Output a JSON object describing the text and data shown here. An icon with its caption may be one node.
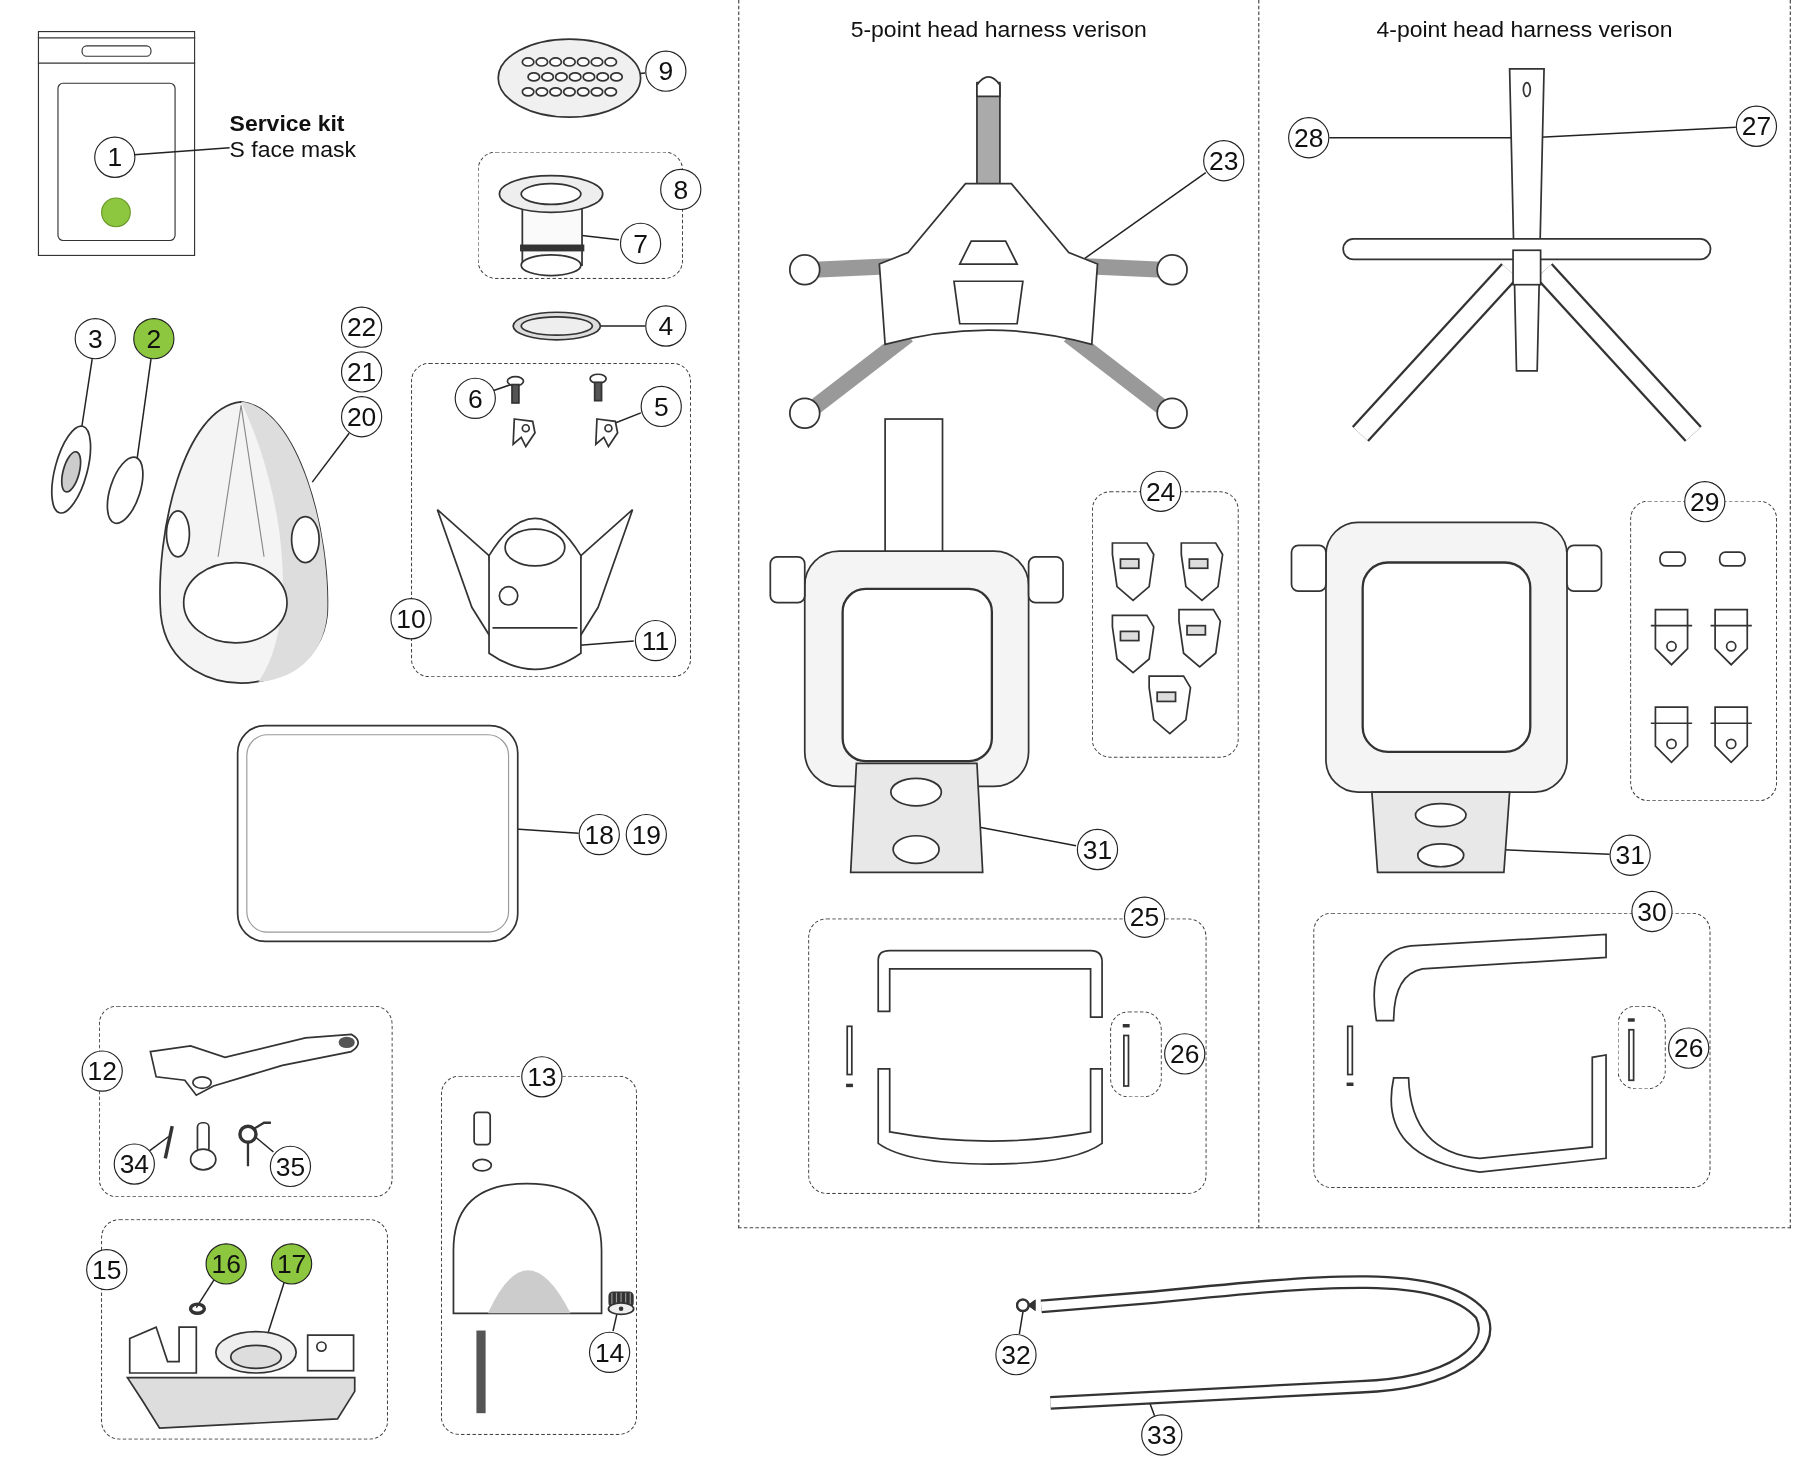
{
  "diagram": {
    "nodes": [
      {
        "text": [],
        "shape": "box"
      },
      {
        "text": [
          "1"
        ],
        "in": 0
      },
      {
        "text": [],
        "shape": "circle",
        "in": 0
      },
      {
        "text": [
          "Service kit",
          "S face mask"
        ]
      },
      {
        "text": [
          "9"
        ]
      },
      {
        "text": [],
        "shape": "picture"
      },
      {
        "text": [],
        "shape": "box"
      },
      {
        "text": [
          "7"
        ],
        "in": 6
      },
      {
        "text": [],
        "shape": "picture",
        "in": 6
      },
      {
        "text": [
          "4"
        ]
      },
      {
        "text": [],
        "shape": "picture"
      },
      {
        "text": [],
        "shape": "box"
      },
      {
        "text": [
          "6"
        ],
        "in": 11
      },
      {
        "text": [],
        "shape": "picture",
        "in": 11
      },
      {
        "text": [
          "5"
        ],
        "in": 11
      },
      {
        "text": [],
        "shape": "picture",
        "in": 11
      },
      {
        "text": [
          "11"
        ],
        "in": 11
      },
      {
        "text": [],
        "shape": "picture",
        "in": 11
      },
      {
        "text": [
          "3"
        ]
      },
      {
        "text": [],
        "shape": "picture"
      },
      {
        "text": [
          "2"
        ]
      },
      {
        "text": [],
        "shape": "circle"
      },
      {
        "text": [
          "22"
        ]
      },
      {
        "text": [
          "21"
        ]
      },
      {
        "text": [
          "20"
        ]
      },
      {
        "text": [],
        "shape": "picture"
      },
      {
        "text": [],
        "shape": "picture"
      },
      {
        "text": [
          "18"
        ]
      },
      {
        "text": [
          "19"
        ]
      },
      {
        "text": [],
        "shape": "box"
      },
      {
        "text": [
          "34"
        ],
        "in": 29
      },
      {
        "text": [],
        "shape": "picture",
        "in": 29
      },
      {
        "text": [
          "35"
        ],
        "in": 29
      },
      {
        "text": [],
        "shape": "picture",
        "in": 29
      },
      {
        "text": [],
        "shape": "box"
      },
      {
        "text": [
          "16"
        ],
        "in": 34
      },
      {
        "text": [],
        "shape": "circle",
        "in": 34
      },
      {
        "text": [
          "17"
        ],
        "in": 34
      },
      {
        "text": [],
        "shape": "picture",
        "in": 34
      },
      {
        "text": [],
        "shape": "box"
      },
      {
        "text": [
          "14"
        ],
        "in": 39
      },
      {
        "text": [],
        "shape": "picture",
        "in": 39
      },
      {
        "text": [
          "5-point head harness verison"
        ]
      },
      {
        "text": [
          "23"
        ],
        "in": 42
      },
      {
        "text": [],
        "shape": "picture",
        "in": 42
      },
      {
        "text": [],
        "shape": "picture",
        "in": 42
      },
      {
        "text": [
          "31"
        ],
        "in": 42
      },
      {
        "text": [],
        "shape": "box",
        "in": 42
      },
      {
        "text": [],
        "shape": "box",
        "in": 42
      },
      {
        "text": [],
        "shape": "box",
        "in": 48
      },
      {
        "text": [
          "4-point head harness verison"
        ]
      },
      {
        "text": [
          "27"
        ],
        "in": 50
      },
      {
        "text": [],
        "shape": "picture",
        "in": 50
      },
      {
        "text": [
          "28"
        ],
        "in": 50
      },
      {
        "text": [],
        "shape": "picture",
        "in": 50
      },
      {
        "text": [
          "31"
        ],
        "in": 50
      },
      {
        "text": [],
        "shape": "box",
        "in": 50
      },
      {
        "text": [],
        "shape": "box",
        "in": 50
      },
      {
        "text": [],
        "shape": "box",
        "in": 57
      },
      {
        "text": [
          "32"
        ]
      },
      {
        "text": [],
        "shape": "circle"
      },
      {
        "text": [
          "33"
        ]
      },
      {
        "text": [],
        "shape": "picture"
      },
      {
        "text": [
          "8"
        ]
      },
      {
        "text": [
          "10"
        ],
        "in": 11
      },
      {
        "text": [
          "12"
        ],
        "in": 29
      },
      {
        "text": [
          "15"
        ],
        "in": 34
      },
      {
        "text": [
          "13"
        ],
        "in": 39
      },
      {
        "text": [
          "24"
        ],
        "in": 47
      },
      {
        "text": [
          "25"
        ],
        "in": 48
      },
      {
        "text": [
          "26"
        ],
        "in": 48
      },
      {
        "text": [
          "29"
        ],
        "in": 56
      },
      {
        "text": [
          "30"
        ],
        "in": 57
      },
      {
        "text": [
          "26"
        ],
        "in": 57
      }
    ],
    "edges": [
      {
        "from": 1,
        "to": 3,
        "arrow": "none"
      },
      {
        "from": 4,
        "to": 5,
        "arrow": "none"
      },
      {
        "from": 7,
        "to": 8,
        "arrow": "none"
      },
      {
        "from": 9,
        "to": 10,
        "arrow": "none"
      },
      {
        "from": 12,
        "to": 13,
        "arrow": "none"
      },
      {
        "from": 14,
        "to": 15,
        "arrow": "none"
      },
      {
        "from": 16,
        "to": 17,
        "arrow": "none"
      },
      {
        "from": 18,
        "to": 19,
        "arrow": "none"
      },
      {
        "from": 20,
        "to": 21,
        "arrow": "none"
      },
      {
        "from": 24,
        "to": 25,
        "arrow": "none"
      },
      {
        "from": 27,
        "to": 26,
        "arrow": "none"
      },
      {
        "from": 30,
        "to": 31,
        "arrow": "none"
      },
      {
        "from": 32,
        "to": 33,
        "arrow": "none"
      },
      {
        "from": 35,
        "to": 36,
        "arrow": "none"
      },
      {
        "from": 37,
        "to": 38,
        "arrow": "none"
      },
      {
        "from": 40,
        "to": 41,
        "arrow": "none"
      },
      {
        "from": 43,
        "to": 44,
        "arrow": "none"
      },
      {
        "from": 46,
        "to": 45,
        "arrow": "none"
      },
      {
        "from": 51,
        "to": 52,
        "arrow": "none"
      },
      {
        "from": 53,
        "to": 52,
        "arrow": "none"
      },
      {
        "from": 55,
        "to": 54,
        "arrow": "none"
      },
      {
        "from": 59,
        "to": 60,
        "arrow": "none"
      },
      {
        "from": 61,
        "to": 62,
        "arrow": "none"
      }
    ]
  }
}
